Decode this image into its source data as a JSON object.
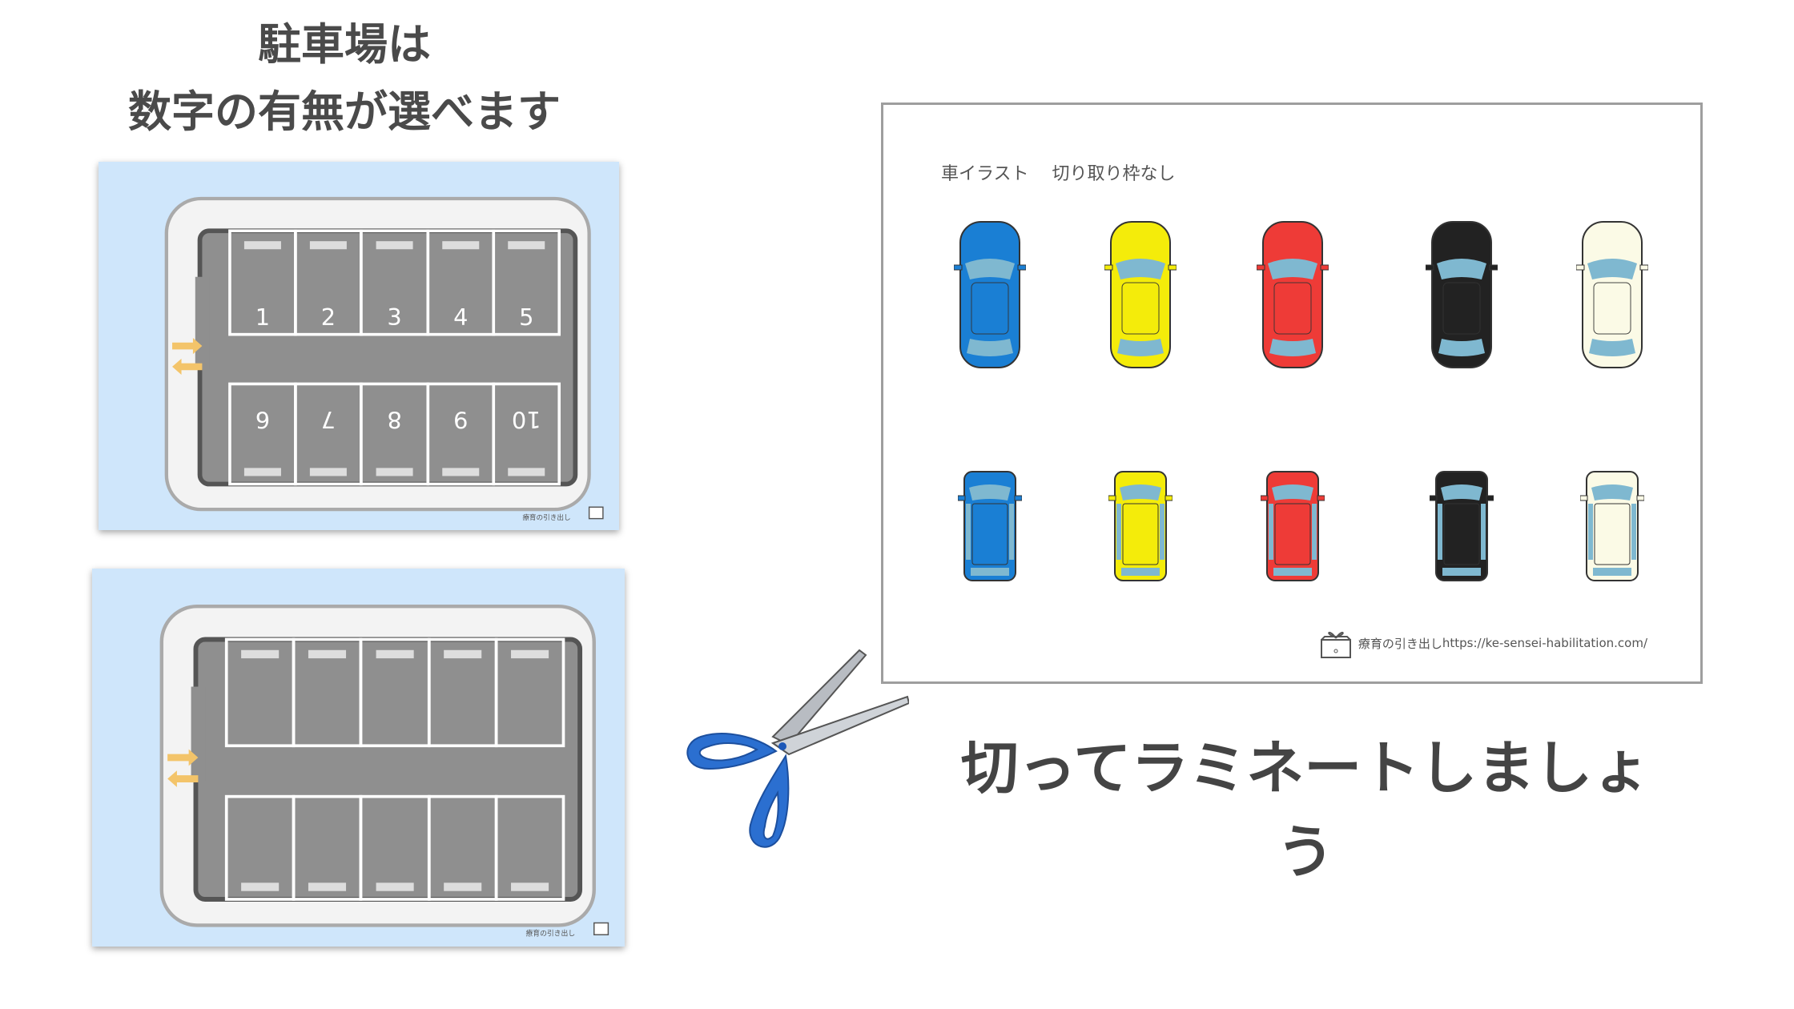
{
  "heading": {
    "line1": "駐車場は",
    "line2": "数字の有無が選べます"
  },
  "parking_numbered": {
    "top": [
      "1",
      "2",
      "3",
      "4",
      "5"
    ],
    "bottom": [
      "6",
      "7",
      "8",
      "9",
      "10"
    ],
    "brand": "療育の引き出し"
  },
  "parking_blank": {
    "brand": "療育の引き出し"
  },
  "car_sheet": {
    "title": "車イラスト　 切り取り枠なし",
    "footer_brand": "療育の引き出し",
    "footer_url": "https://ke-sensei-habilitation.com/",
    "car_colors": [
      "#1a7fd4",
      "#f4ec0a",
      "#ee3b37",
      "#222222",
      "#fbfae6"
    ]
  },
  "cta": "切ってラミネートしましょう"
}
